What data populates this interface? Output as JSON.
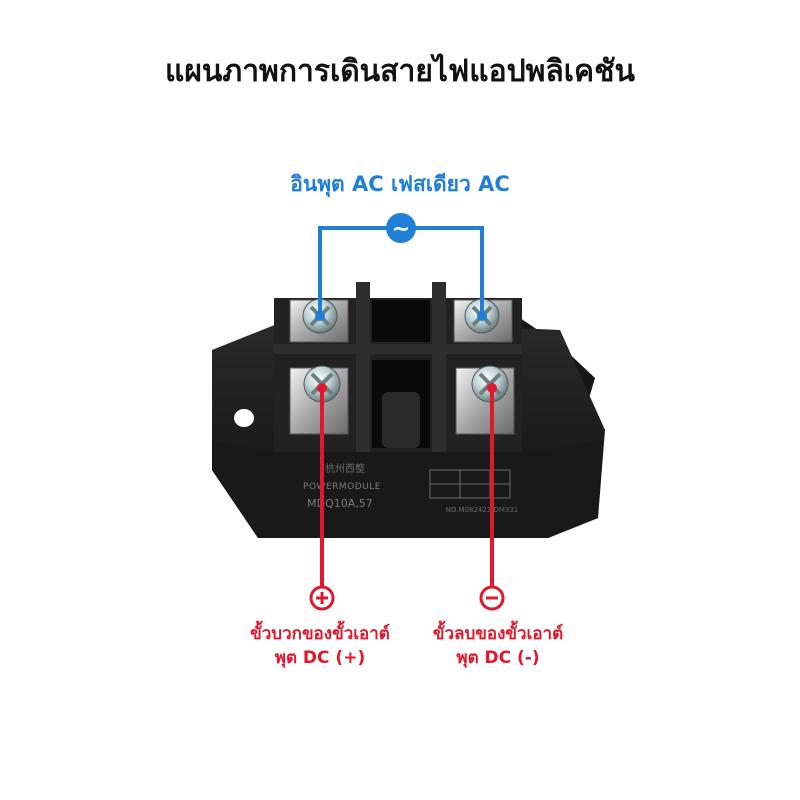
{
  "title": "แผนภาพการเดินสายไฟแอปพลิเคชัน",
  "ac_input": {
    "label": "อินพุต AC เฟสเดียว AC",
    "symbol": "~",
    "color": "#1f7fd6"
  },
  "dc_positive": {
    "symbol": "+",
    "label_line1": "ขั้วบวกของขั้วเอาต์",
    "label_line2": "พุต DC (+)",
    "color": "#e0182d"
  },
  "dc_negative": {
    "symbol": "−",
    "label_line1": "ขั้วลบของขั้วเอาต์",
    "label_line2": "พุต DC (-)",
    "color": "#e0182d"
  },
  "module": {
    "chinese_mark": "杭州西整",
    "brand": "POWERMODULE",
    "model": "MDQ10A,57",
    "serial": "NO.M082423  DM331",
    "body_color": "#1b1b1b"
  }
}
